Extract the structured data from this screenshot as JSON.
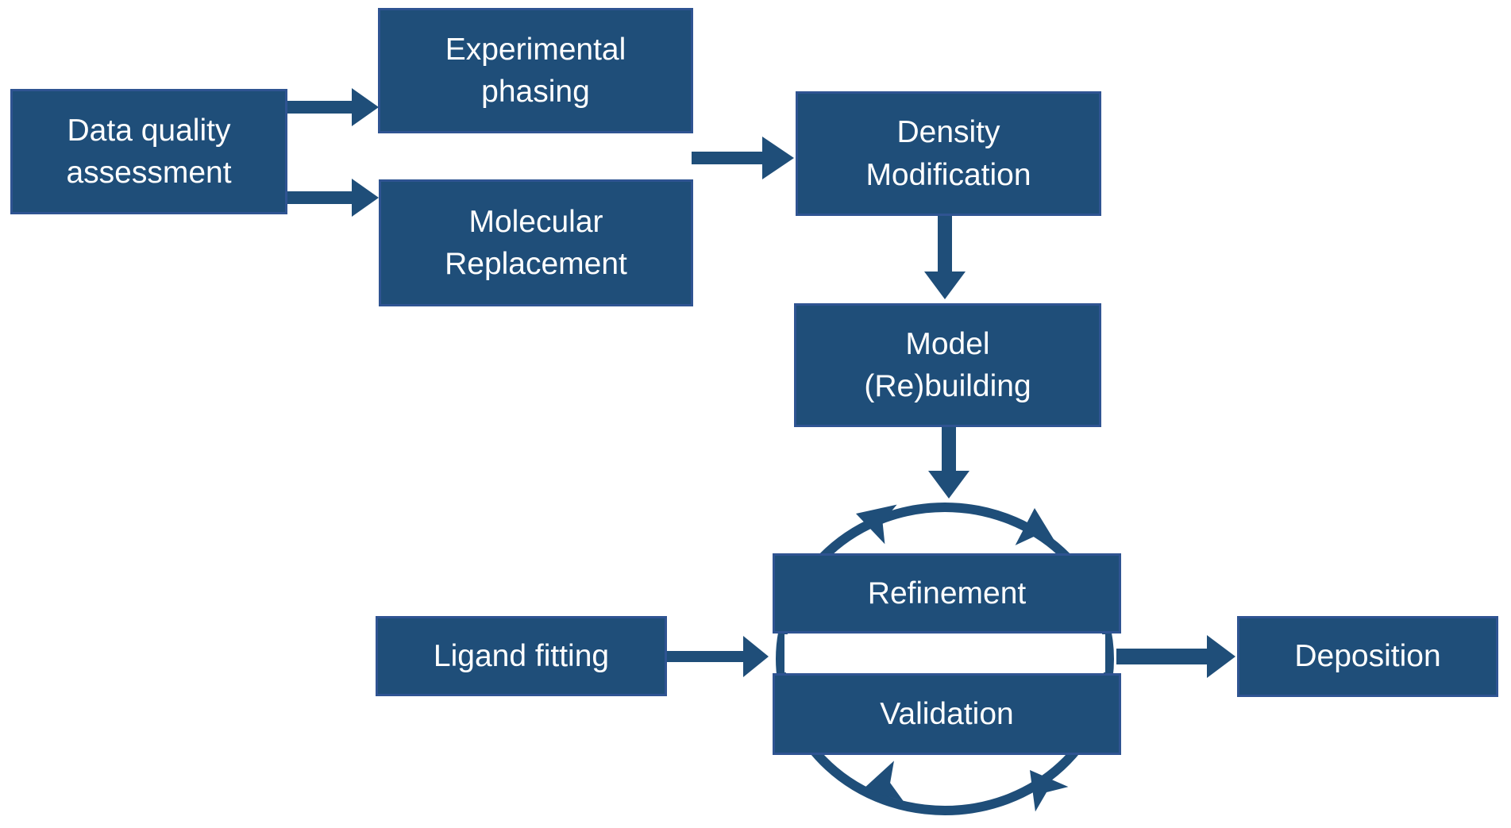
{
  "diagram": {
    "background": "#FFFFFF",
    "colors": {
      "node_fill": "#1F4E79",
      "node_border": "#2F5492",
      "arrow": "#1F4E79",
      "text": "#FFFFFF",
      "background": "#FFFFFF"
    },
    "nodes": {
      "data_quality": {
        "label": "Data quality\nassessment"
      },
      "experimental_phasing": {
        "label": "Experimental\nphasing"
      },
      "molecular_replacement": {
        "label": "Molecular\nReplacement"
      },
      "density_modification": {
        "label": "Density\nModification"
      },
      "model_rebuilding": {
        "label": "Model\n(Re)building"
      },
      "refinement": {
        "label": "Refinement"
      },
      "validation": {
        "label": "Validation"
      },
      "ligand_fitting": {
        "label": "Ligand fitting"
      },
      "deposition": {
        "label": "Deposition"
      }
    },
    "edges": [
      {
        "from": "Data quality assessment",
        "to": "Experimental phasing"
      },
      {
        "from": "Data quality assessment",
        "to": "Molecular Replacement"
      },
      {
        "from": "Experimental phasing / Molecular Replacement",
        "to": "Density Modification"
      },
      {
        "from": "Density Modification",
        "to": "Model (Re)building"
      },
      {
        "from": "Model (Re)building",
        "to": "Refinement-Validation cycle"
      },
      {
        "from": "Ligand fitting",
        "to": "Refinement-Validation cycle"
      },
      {
        "from": "Refinement-Validation cycle",
        "to": "Deposition"
      }
    ],
    "cycle": {
      "members": [
        "Refinement",
        "Validation"
      ],
      "style": "circular arrows"
    }
  }
}
